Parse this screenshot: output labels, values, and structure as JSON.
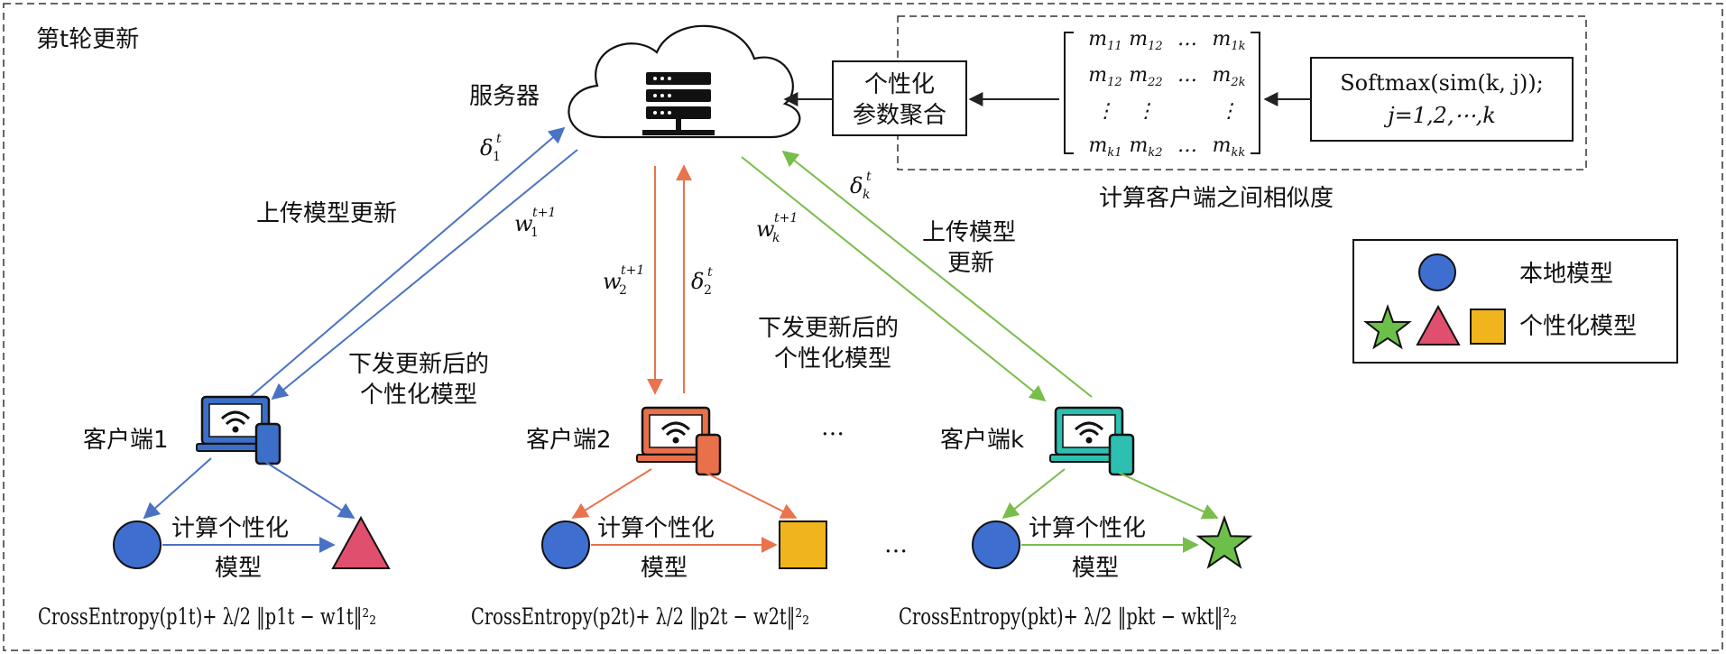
{
  "frame": {
    "round_label": "第t轮更新"
  },
  "server": {
    "label": "服务器"
  },
  "aggregation": {
    "line1": "个性化",
    "line2": "参数聚合"
  },
  "similarity": {
    "caption": "计算客户端之间相似度",
    "matrix": [
      [
        "m11",
        "m12",
        "…",
        "m1k"
      ],
      [
        "m12",
        "m22",
        "…",
        "m2k"
      ],
      [
        "⋮",
        "⋮",
        "",
        "⋮"
      ],
      [
        "mk1",
        "mk2",
        "…",
        "mkk"
      ]
    ],
    "softmax_line1": "Softmax(sim(k, j));",
    "softmax_line2": "j=1,2,⋯,k"
  },
  "legend": {
    "local_model": "本地模型",
    "personalized_model": "个性化模型"
  },
  "arrows": {
    "upload_update": "上传模型更新",
    "upload_update_k_line1": "上传模型",
    "upload_update_k_line2": "更新",
    "download_line1": "下发更新后的",
    "download_line2": "个性化模型",
    "delta_1": "δ1t",
    "w_1": "w1t+1",
    "w_2": "w2t+1",
    "delta_2": "δ2t",
    "delta_k": "δkt",
    "w_k": "wkt+1"
  },
  "clients": [
    {
      "label": "客户端1",
      "color": "#3c6fc8",
      "compute_line1": "计算个性化",
      "compute_line2": "模型",
      "loss": "CrossEntropy(p1t)+ λ/2 ‖p1t − w1t‖²₂",
      "personalized_shape": "triangle"
    },
    {
      "label": "客户端2",
      "color": "#e8704a",
      "compute_line1": "计算个性化",
      "compute_line2": "模型",
      "loss": "CrossEntropy(p2t)+ λ/2 ‖p2t − w2t‖²₂",
      "personalized_shape": "square"
    },
    {
      "label": "客户端k",
      "color": "#2dbfb0",
      "compute_line1": "计算个性化",
      "compute_line2": "模型",
      "loss": "CrossEntropy(pkt)+ λ/2 ‖pkt − wkt‖²₂",
      "personalized_shape": "star"
    }
  ],
  "ellipsis": "…",
  "colors": {
    "blue_arrow": "#4a72c4",
    "orange_arrow": "#e8734d",
    "green_arrow": "#79bd4a",
    "local_circle": "#3e6fd0",
    "triangle": "#e0506e",
    "square": "#f0b51c",
    "star": "#6cc04a"
  }
}
